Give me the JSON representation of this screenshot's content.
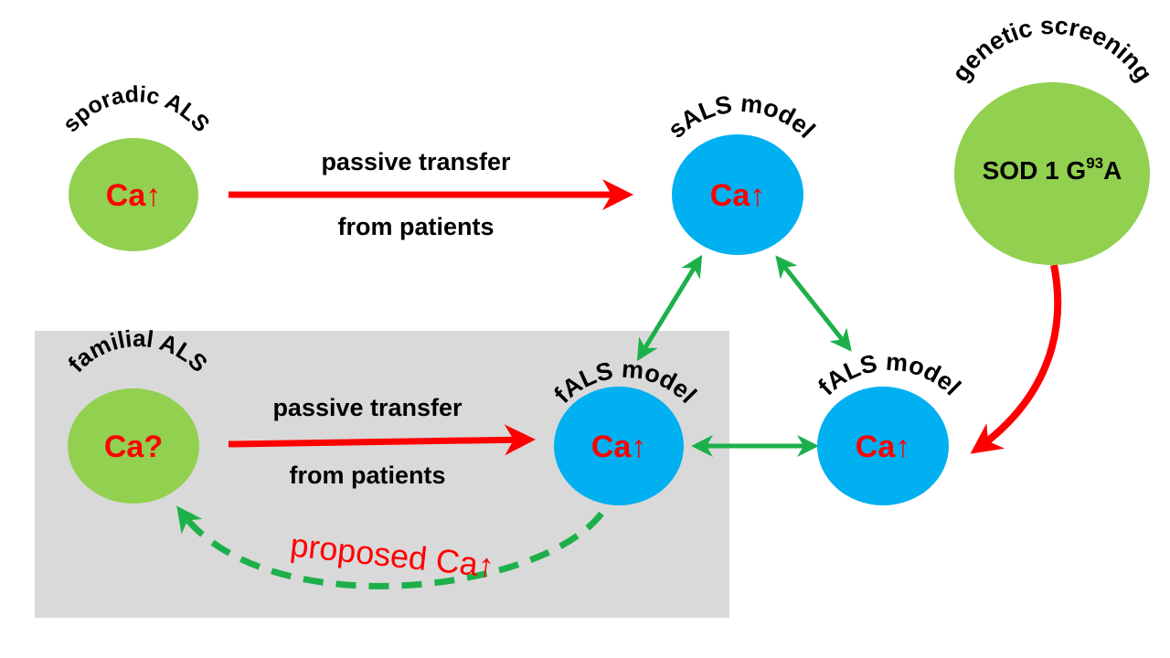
{
  "colors": {
    "green_node": "#92d050",
    "blue_node": "#00b0f0",
    "red": "#ff0000",
    "green_arrow": "#1db04a",
    "gray_panel": "#d9d9d9",
    "text": "#000000"
  },
  "nodes": {
    "sporadic": {
      "label": "sporadic ALS",
      "content": "Ca↑"
    },
    "sals_model": {
      "label": "sALS model",
      "content": "Ca↑"
    },
    "genetic": {
      "label": "genetic screening",
      "content_main": "SOD 1 G",
      "content_sup": "93",
      "content_tail": "A"
    },
    "familial": {
      "label": "familial ALS",
      "content": "Ca?"
    },
    "fals_model_left": {
      "label": "fALS model",
      "content": "Ca↑"
    },
    "fals_model_right": {
      "label": "fALS model",
      "content": "Ca↑"
    }
  },
  "edges": {
    "top_transfer": {
      "line1": "passive transfer",
      "line2": "from patients"
    },
    "bottom_transfer": {
      "line1": "passive transfer",
      "line2": "from patients"
    },
    "proposed": {
      "label": "proposed Ca↑"
    }
  }
}
